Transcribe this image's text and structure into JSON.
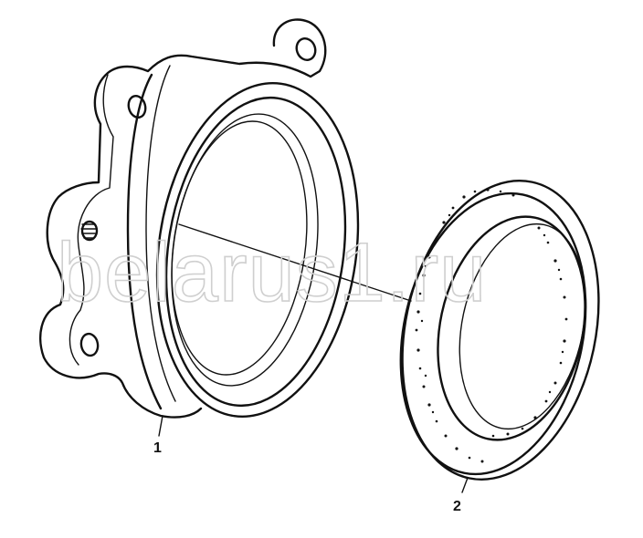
{
  "watermark": "belarus1.ru",
  "callouts": [
    {
      "id": "part-1",
      "label": "1"
    },
    {
      "id": "part-2",
      "label": "2"
    }
  ],
  "colors": {
    "ink": "#111111",
    "watermark": "#cfcfcf",
    "background": "#ffffff"
  }
}
